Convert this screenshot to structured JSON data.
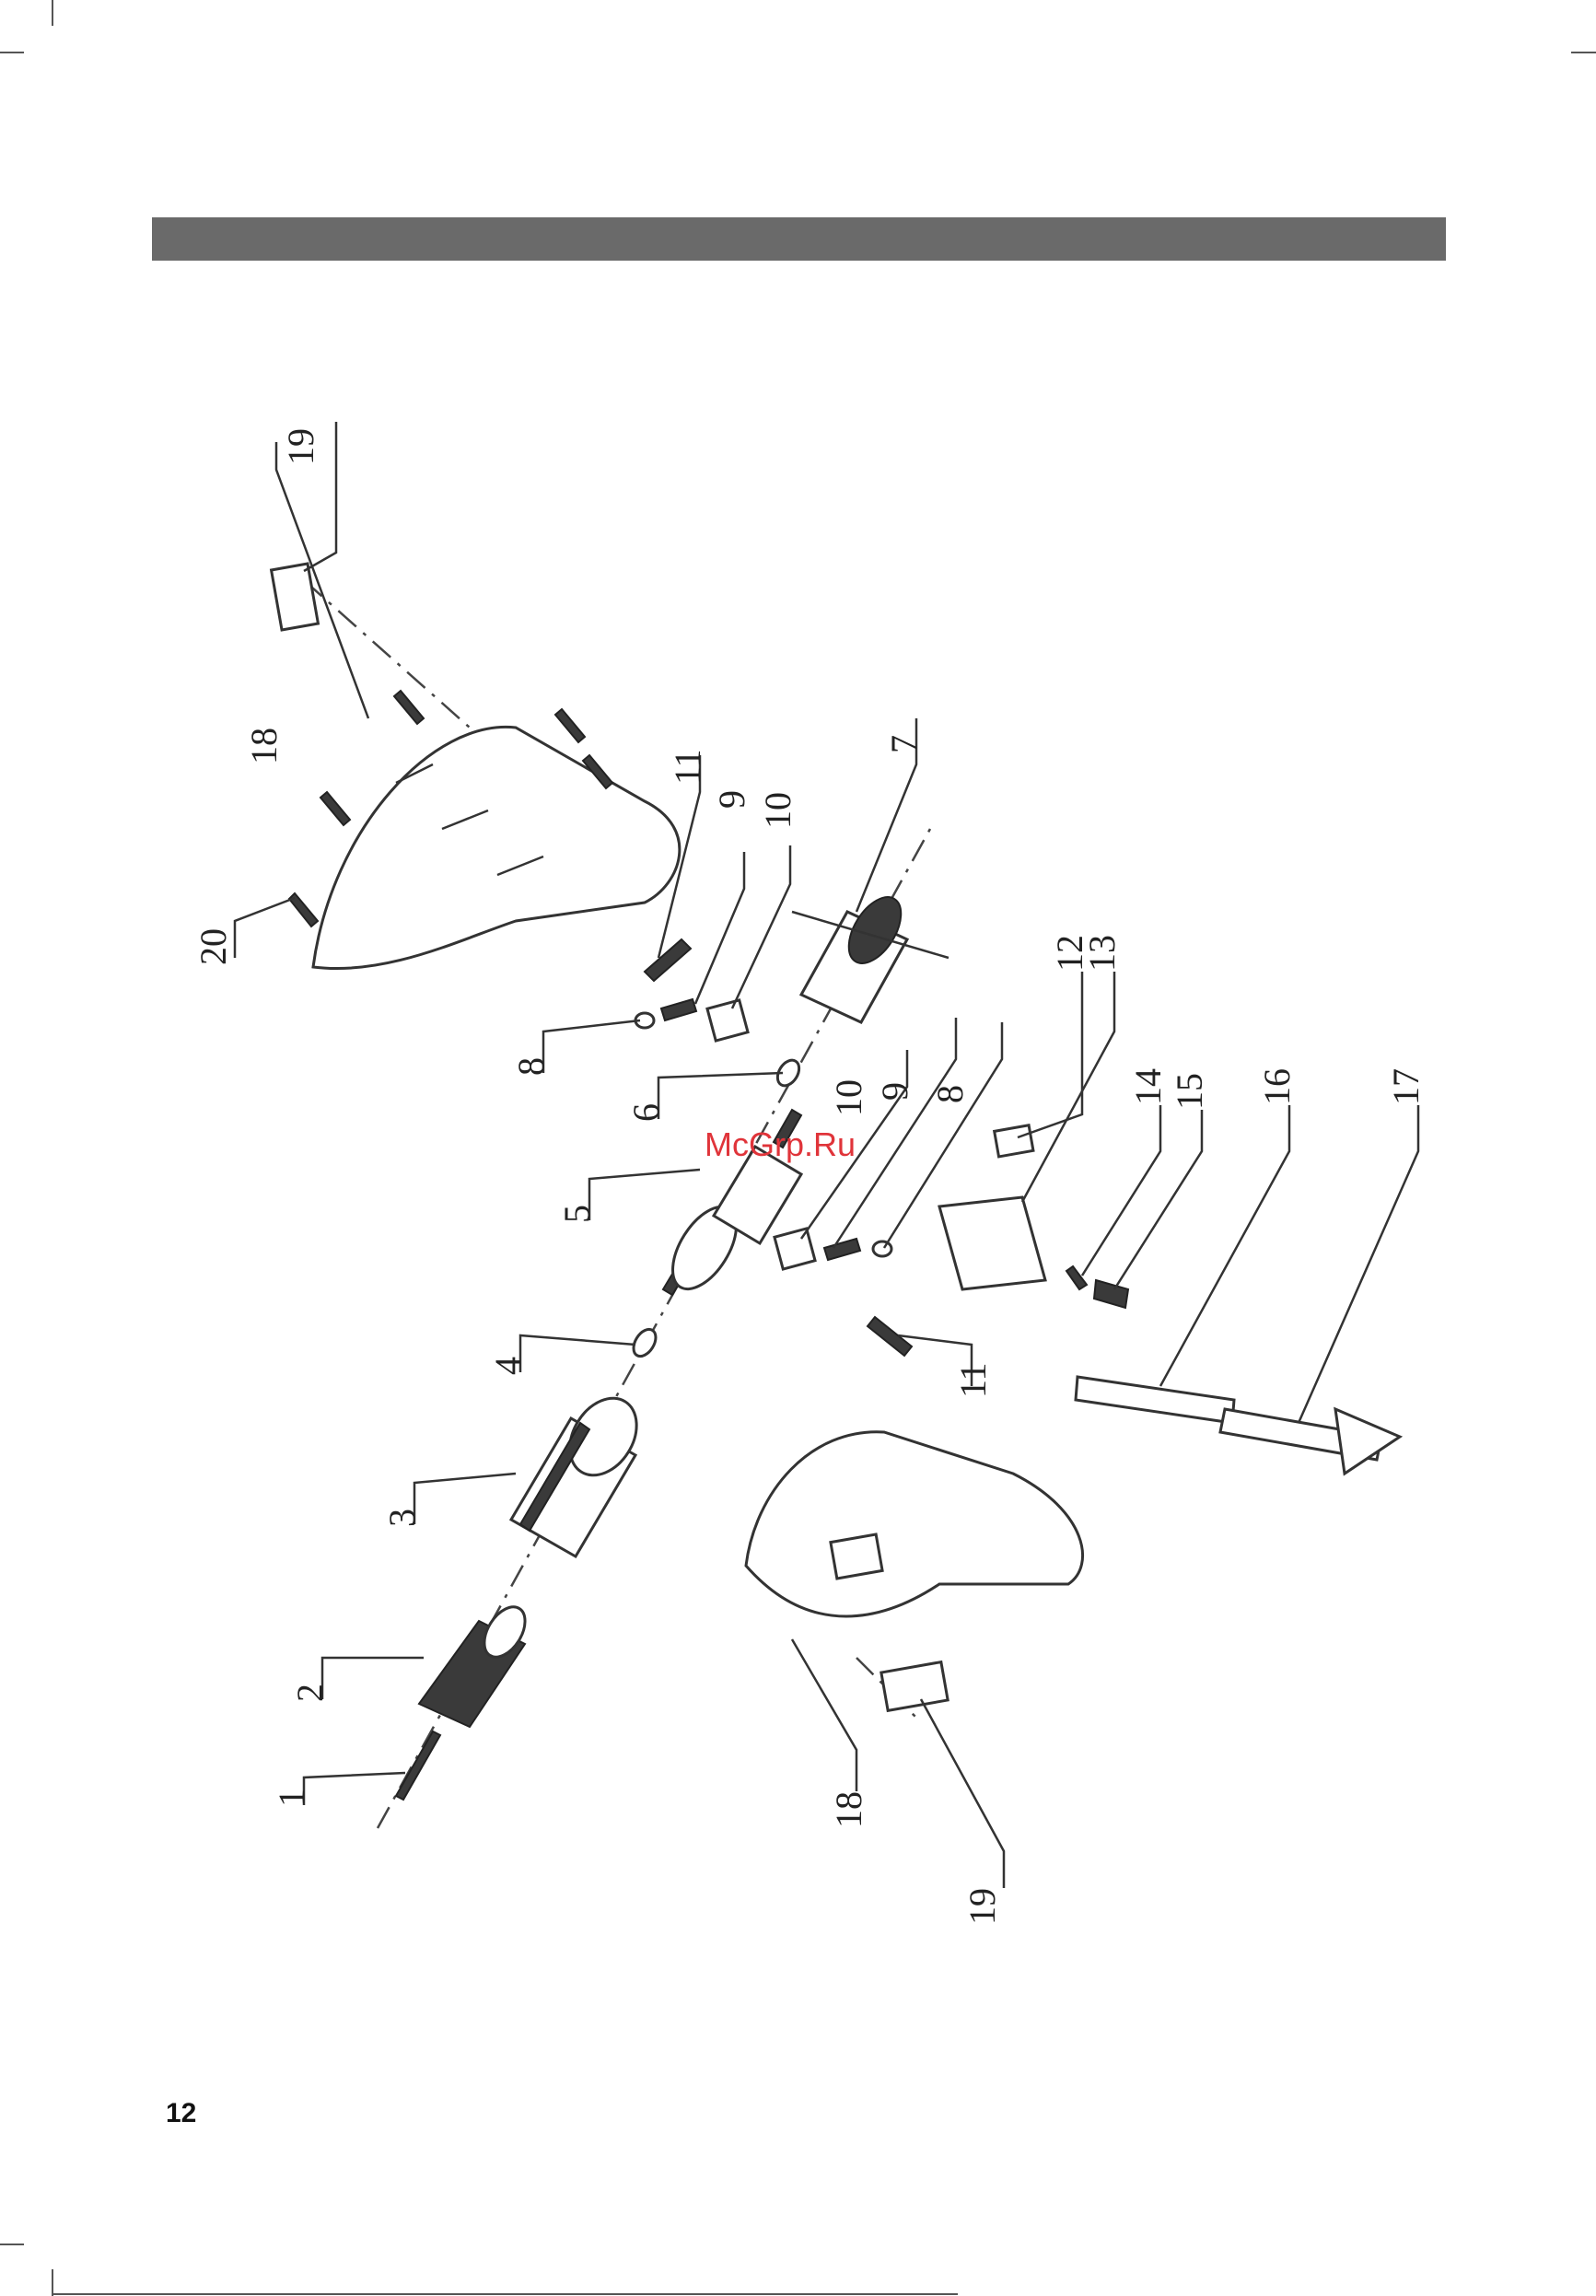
{
  "page": {
    "number": "12"
  },
  "watermark": {
    "text": "McGrp.Ru",
    "color": "#e0343a"
  },
  "header_bar": {
    "color": "#6a6a6a"
  },
  "diagram": {
    "type": "exploded-view",
    "part_labels": [
      "1",
      "2",
      "3",
      "4",
      "5",
      "6",
      "7",
      "8",
      "9",
      "10",
      "11",
      "12",
      "13",
      "14",
      "15",
      "16",
      "17",
      "18",
      "19",
      "20",
      "8",
      "9",
      "10",
      "11",
      "18",
      "19"
    ]
  }
}
